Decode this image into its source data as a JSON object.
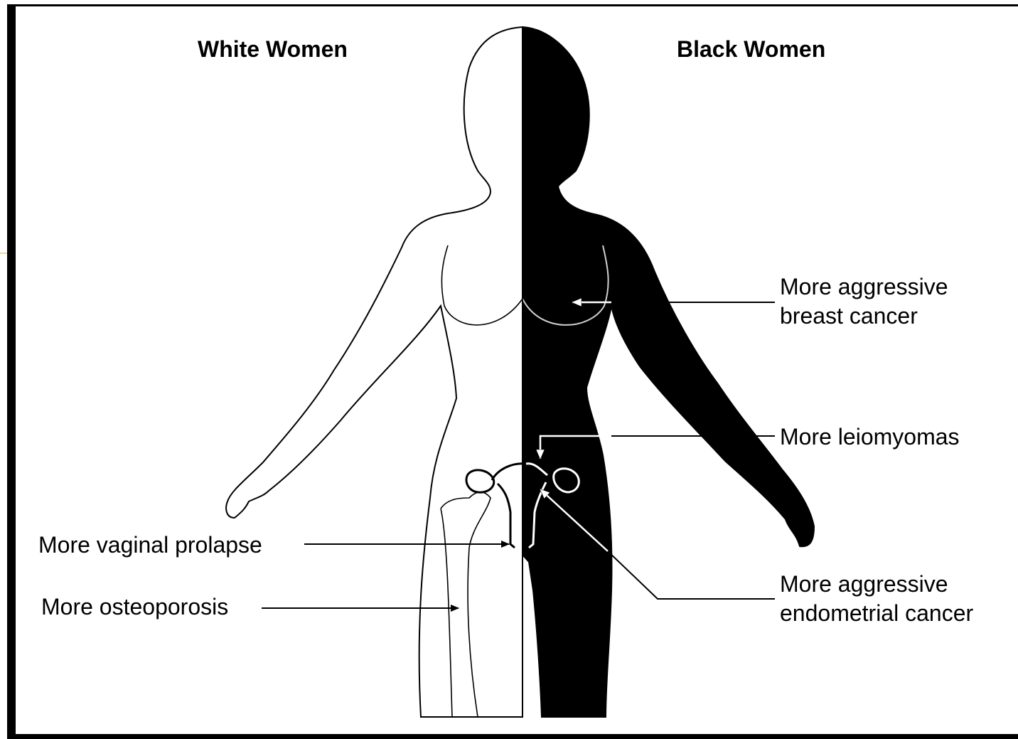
{
  "headers": {
    "left": "White Women",
    "right": "Black Women"
  },
  "labels": {
    "breast_cancer": [
      "More aggressive",
      "breast cancer"
    ],
    "leiomyomas": "More leiomyomas",
    "endometrial_cancer": [
      "More aggressive",
      "endometrial cancer"
    ],
    "vaginal_prolapse": "More vaginal prolapse",
    "osteoporosis": "More osteoporosis"
  },
  "colors": {
    "ink": "#000000",
    "paper": "#ffffff",
    "accent_line": "#f5d28a"
  }
}
